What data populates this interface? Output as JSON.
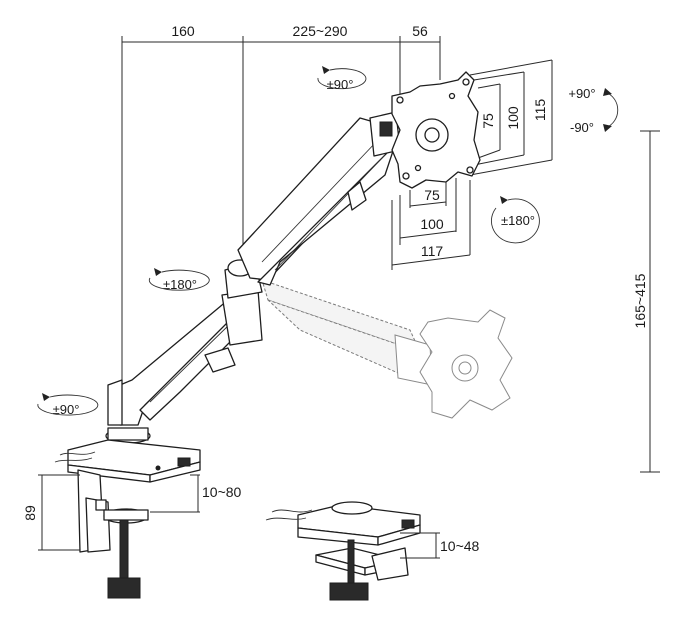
{
  "dimensions": {
    "top_reach_1": "160",
    "top_reach_2": "225~290",
    "top_offset": "56",
    "vesa_w_small": "75",
    "vesa_w_mid": "100",
    "vesa_w_max": "117",
    "vesa_h_small": "75",
    "vesa_h_mid": "100",
    "vesa_h_max": "115",
    "height_range": "165~415",
    "base_height": "89",
    "clamp_range": "10~80",
    "grommet_range": "10~48"
  },
  "rotations": {
    "head_swivel": "±90°",
    "tilt_up": "+90°",
    "tilt_down": "-90°",
    "screen_rotate": "±180°",
    "elbow_swivel": "±180°",
    "base_swivel": "±90°"
  }
}
